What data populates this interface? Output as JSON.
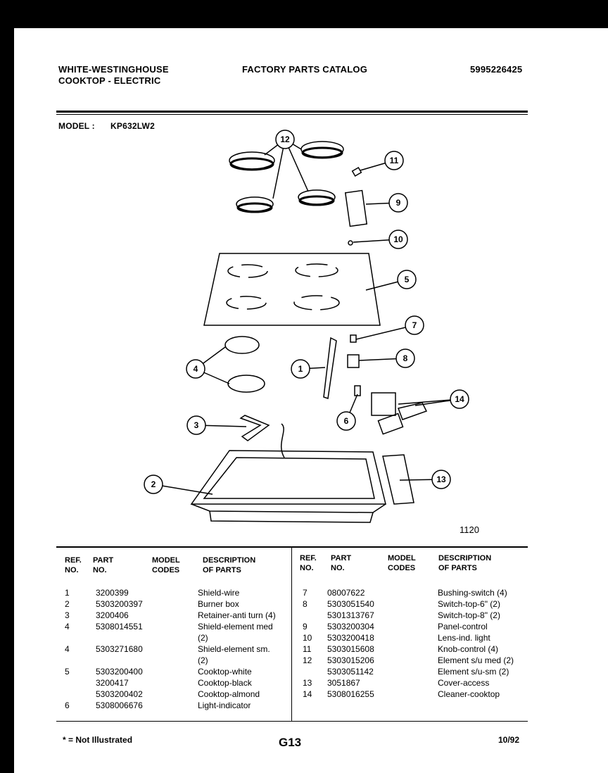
{
  "header": {
    "brand_line1": "WHITE-WESTINGHOUSE",
    "brand_line2": "COOKTOP - ELECTRIC",
    "catalog_title": "FACTORY PARTS CATALOG",
    "catalog_number": "5995226425",
    "model_label": "MODEL :",
    "model_value": "KP632LW2"
  },
  "figure_number": "1120",
  "callouts": [
    "12",
    "11",
    "9",
    "10",
    "5",
    "7",
    "8",
    "4",
    "1",
    "14",
    "3",
    "6",
    "2",
    "13"
  ],
  "table": {
    "headers": {
      "ref_no": [
        "REF.",
        "NO."
      ],
      "part_no": [
        "PART",
        "NO."
      ],
      "model_codes": [
        "MODEL",
        "CODES"
      ],
      "description": [
        "DESCRIPTION",
        "OF PARTS"
      ]
    },
    "left": [
      {
        "ref": "1",
        "part": "3200399",
        "desc": "Shield-wire"
      },
      {
        "ref": "2",
        "part": "5303200397",
        "desc": "Burner box"
      },
      {
        "ref": "3",
        "part": "3200406",
        "desc": "Retainer-anti turn (4)"
      },
      {
        "ref": "4",
        "part": "5308014551",
        "desc": "Shield-element med"
      },
      {
        "ref": "",
        "part": "",
        "desc": "(2)"
      },
      {
        "ref": "4",
        "part": "5303271680",
        "desc": "Shield-element sm."
      },
      {
        "ref": "",
        "part": "",
        "desc": "(2)"
      },
      {
        "ref": "5",
        "part": "5303200400",
        "desc": "Cooktop-white"
      },
      {
        "ref": "",
        "part": "3200417",
        "desc": "Cooktop-black"
      },
      {
        "ref": "",
        "part": "5303200402",
        "desc": "Cooktop-almond"
      },
      {
        "ref": "6",
        "part": "5308006676",
        "desc": "Light-indicator"
      }
    ],
    "right": [
      {
        "ref": "7",
        "part": "08007622",
        "desc": "Bushing-switch (4)"
      },
      {
        "ref": "8",
        "part": "5303051540",
        "desc": "Switch-top-6\" (2)"
      },
      {
        "ref": "",
        "part": "5301313767",
        "desc": "Switch-top-8\" (2)"
      },
      {
        "ref": "9",
        "part": "5303200304",
        "desc": "Panel-control"
      },
      {
        "ref": "10",
        "part": "5303200418",
        "desc": "Lens-ind. light"
      },
      {
        "ref": "11",
        "part": "5303015608",
        "desc": "Knob-control (4)"
      },
      {
        "ref": "12",
        "part": "5303015206",
        "desc": "Element s/u med (2)"
      },
      {
        "ref": "",
        "part": "5303051142",
        "desc": "Element s/u-sm (2)"
      },
      {
        "ref": "13",
        "part": "3051867",
        "desc": "Cover-access"
      },
      {
        "ref": "14",
        "part": "5308016255",
        "desc": "Cleaner-cooktop"
      }
    ]
  },
  "footer": {
    "note": "* = Not Illustrated",
    "page": "G13",
    "date": "10/92"
  }
}
